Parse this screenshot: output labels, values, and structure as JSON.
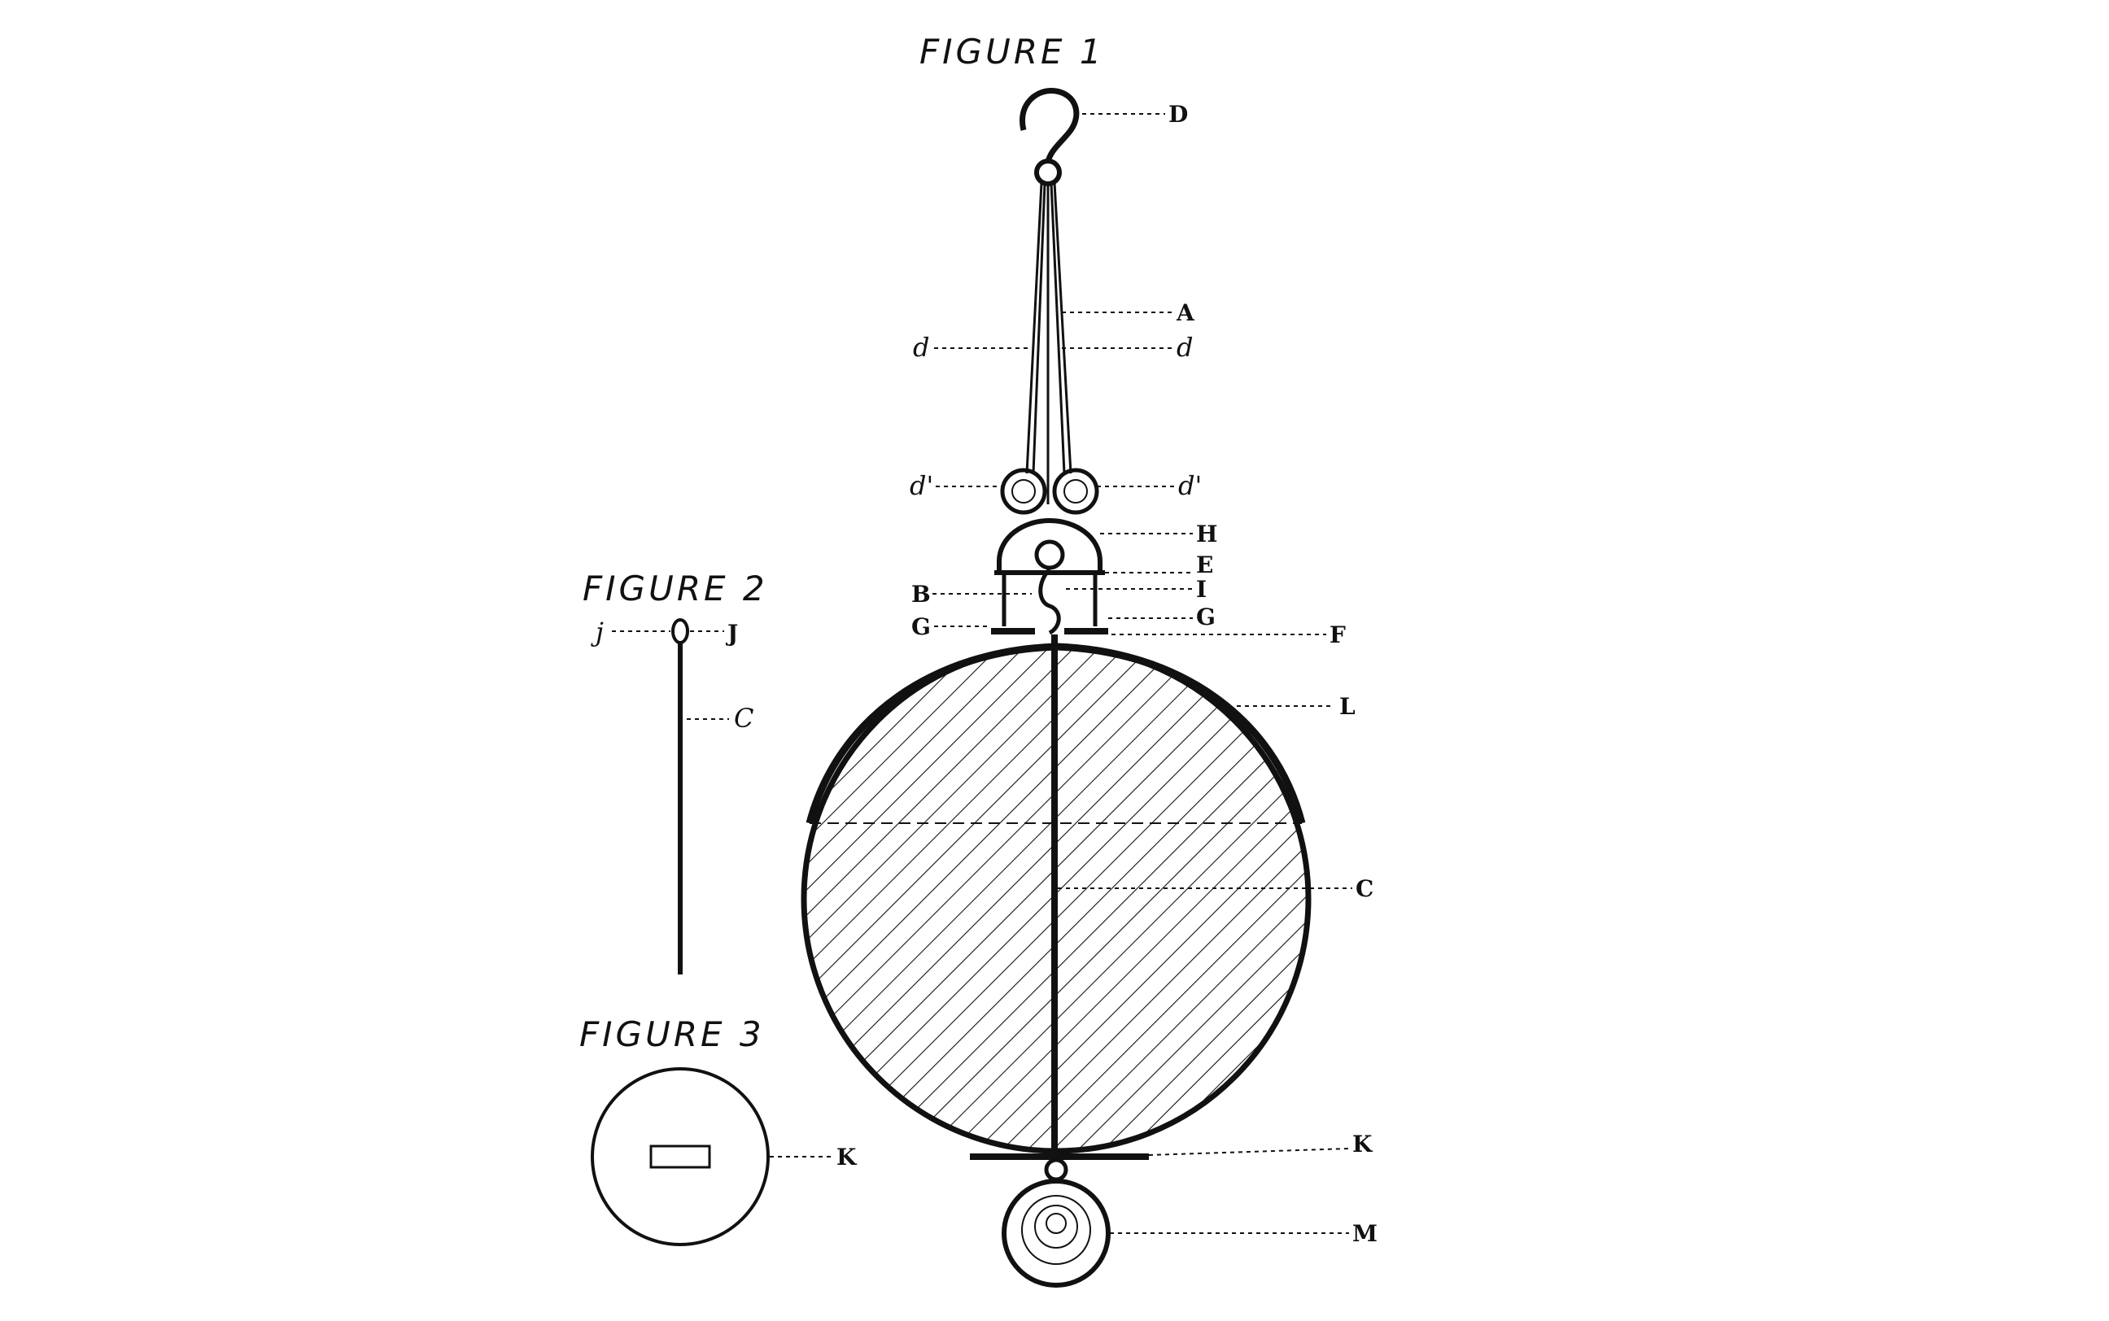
{
  "figures": {
    "figure1": {
      "caption": "FIGURE 1",
      "labels": {
        "D": "D",
        "A": "A",
        "d_left": "d",
        "d_right": "d",
        "d_prime_left": "d'",
        "d_prime_right": "d'",
        "H": "H",
        "E": "E",
        "B": "B",
        "I": "I",
        "G_left": "G",
        "G_right": "G",
        "F": "F",
        "L": "L",
        "C": "C",
        "K": "K",
        "M": "M"
      }
    },
    "figure2": {
      "caption": "FIGURE 2",
      "labels": {
        "j": "j",
        "J": "J",
        "C": "C"
      }
    },
    "figure3": {
      "caption": "FIGURE 3",
      "labels": {
        "K": "K"
      }
    }
  },
  "colors": {
    "ink": "#111111",
    "paper": "#ffffff"
  }
}
